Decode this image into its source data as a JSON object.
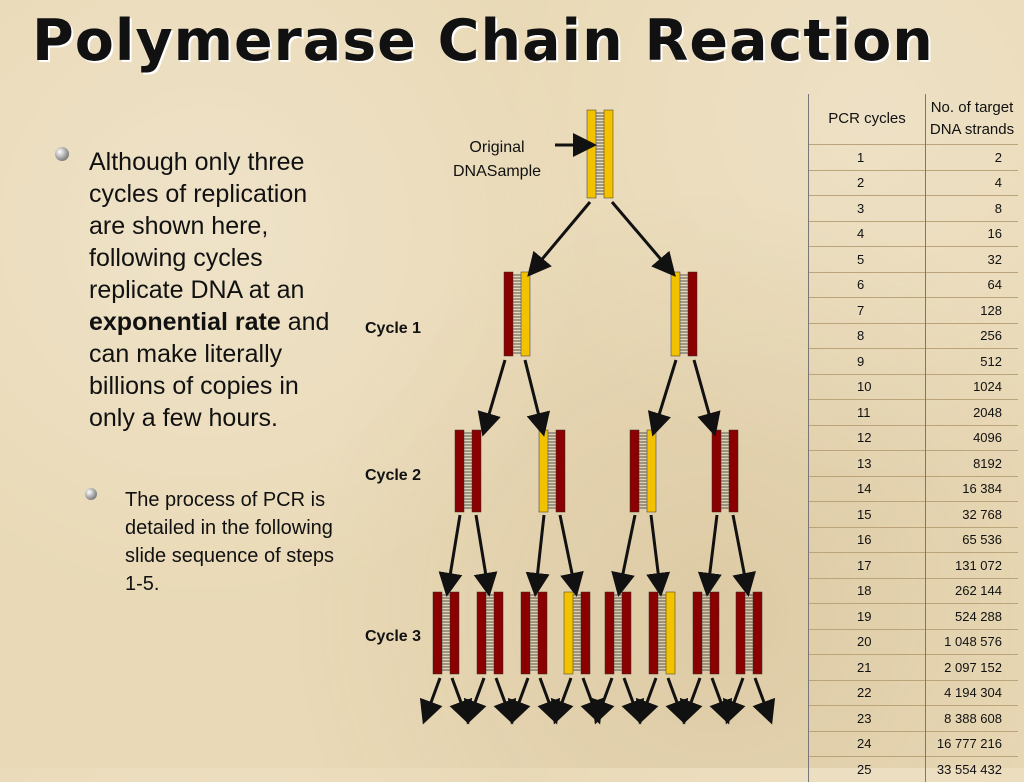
{
  "slide": {
    "title": "Polymerase Chain Reaction",
    "main_text_before": "Although only three cycles of replication are shown here, following cycles replicate DNA at an",
    "main_text_bold": "exponential rate",
    "main_text_after": "and can make literally billions of copies in only a few hours.",
    "sub_text": "The process of PCR is detailed in the following slide sequence of steps 1-5."
  },
  "diagram": {
    "original_label": "Original DNASample",
    "cycle_labels": [
      "Cycle 1",
      "Cycle 2",
      "Cycle 3"
    ],
    "colors": {
      "old_strand": "#f2c200",
      "new_strand": "#8b0000",
      "rungs": "#f5f0d0"
    }
  },
  "table": {
    "headers": [
      "PCR cycles",
      "No. of target DNA strands"
    ],
    "rows": [
      [
        "1",
        "2"
      ],
      [
        "2",
        "4"
      ],
      [
        "3",
        "8"
      ],
      [
        "4",
        "16"
      ],
      [
        "5",
        "32"
      ],
      [
        "6",
        "64"
      ],
      [
        "7",
        "128"
      ],
      [
        "8",
        "256"
      ],
      [
        "9",
        "512"
      ],
      [
        "10",
        "1024"
      ],
      [
        "11",
        "2048"
      ],
      [
        "12",
        "4096"
      ],
      [
        "13",
        "8192"
      ],
      [
        "14",
        "16 384"
      ],
      [
        "15",
        "32 768"
      ],
      [
        "16",
        "65 536"
      ],
      [
        "17",
        "131 072"
      ],
      [
        "18",
        "262 144"
      ],
      [
        "19",
        "524 288"
      ],
      [
        "20",
        "1 048 576"
      ],
      [
        "21",
        "2 097 152"
      ],
      [
        "22",
        "4 194 304"
      ],
      [
        "23",
        "8 388 608"
      ],
      [
        "24",
        "16 777 216"
      ],
      [
        "25",
        "33 554 432"
      ]
    ]
  }
}
